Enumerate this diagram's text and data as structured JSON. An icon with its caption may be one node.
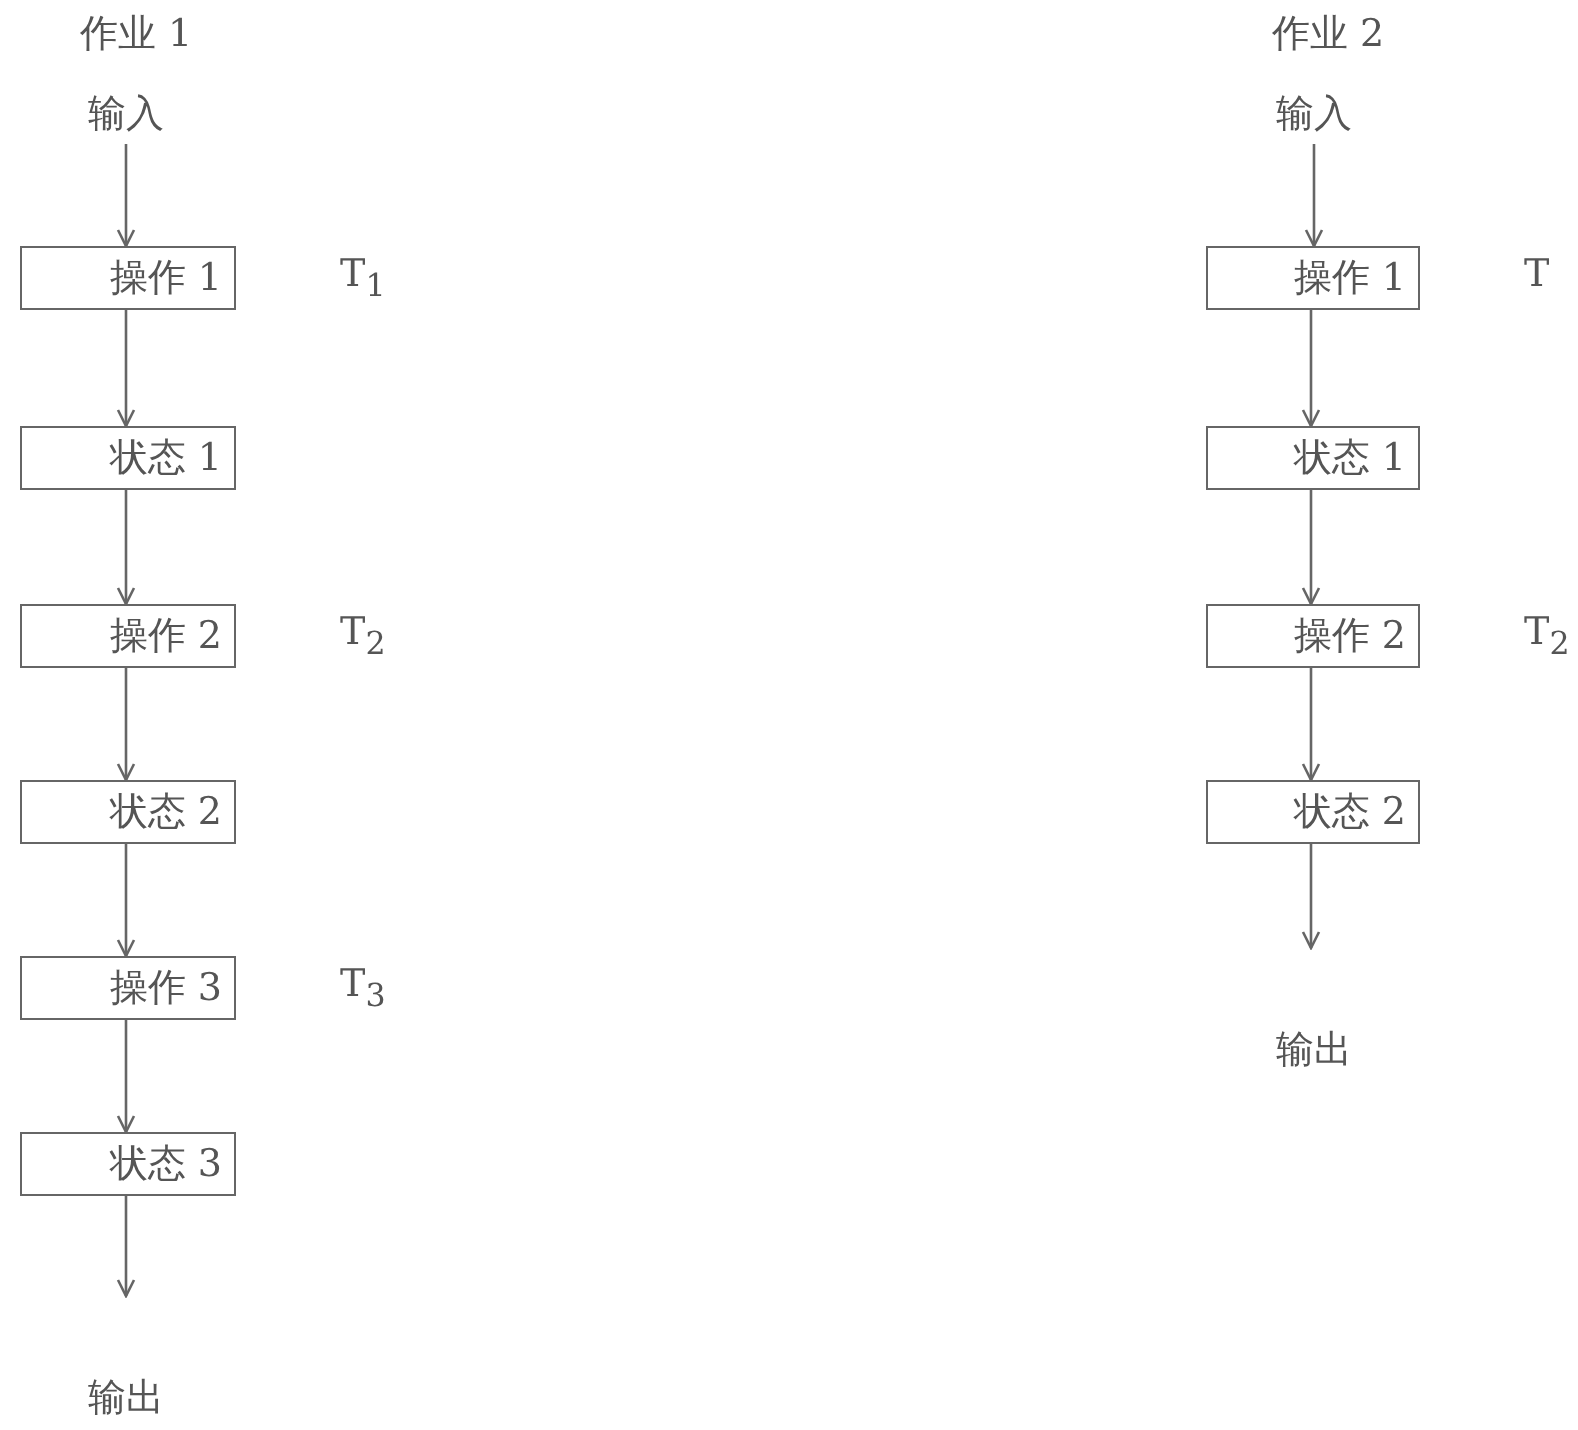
{
  "diagram": {
    "nodes": [
      {
        "text": [
          "输入"
        ]
      },
      {
        "text": [
          "操作 1"
        ],
        "beside": [
          "T$_{1}$"
        ]
      },
      {
        "text": [
          "状态 1"
        ]
      },
      {
        "text": [
          "操作 2"
        ],
        "beside": [
          "T$_{2}$"
        ]
      },
      {
        "text": [
          "状态 2"
        ]
      },
      {
        "text": [
          "操作 3"
        ],
        "beside": [
          "T$_{3}$"
        ]
      },
      {
        "text": [
          "状态 3"
        ]
      },
      {
        "text": [
          "输出"
        ]
      },
      {
        "text": [
          "输入"
        ]
      },
      {
        "text": [
          "操作 1"
        ],
        "beside": [
          "T"
        ]
      },
      {
        "text": [
          "状态 1"
        ]
      },
      {
        "text": [
          "操作 2"
        ],
        "beside": [
          "T$_{2}$"
        ]
      },
      {
        "text": [
          "状态 2"
        ]
      },
      {
        "text": [
          "输出"
        ]
      }
    ],
    "edges": [
      {
        "from": 0,
        "to": 1,
        "arrow": "to"
      },
      {
        "from": 1,
        "to": 2,
        "arrow": "to"
      },
      {
        "from": 2,
        "to": 3,
        "arrow": "to"
      },
      {
        "from": 3,
        "to": 4,
        "arrow": "to"
      },
      {
        "from": 4,
        "to": 5,
        "arrow": "to"
      },
      {
        "from": 5,
        "to": 6,
        "arrow": "to"
      },
      {
        "from": 6,
        "to": 7,
        "arrow": "to"
      },
      {
        "from": 8,
        "to": 9,
        "arrow": "to"
      },
      {
        "from": 9,
        "to": 10,
        "arrow": "to"
      },
      {
        "from": 10,
        "to": 11,
        "arrow": "to"
      },
      {
        "from": 11,
        "to": 12,
        "arrow": "to"
      },
      {
        "from": 12,
        "to": 13,
        "arrow": "to"
      }
    ],
    "labels": [
      "作业 1",
      "作业 2"
    ]
  }
}
